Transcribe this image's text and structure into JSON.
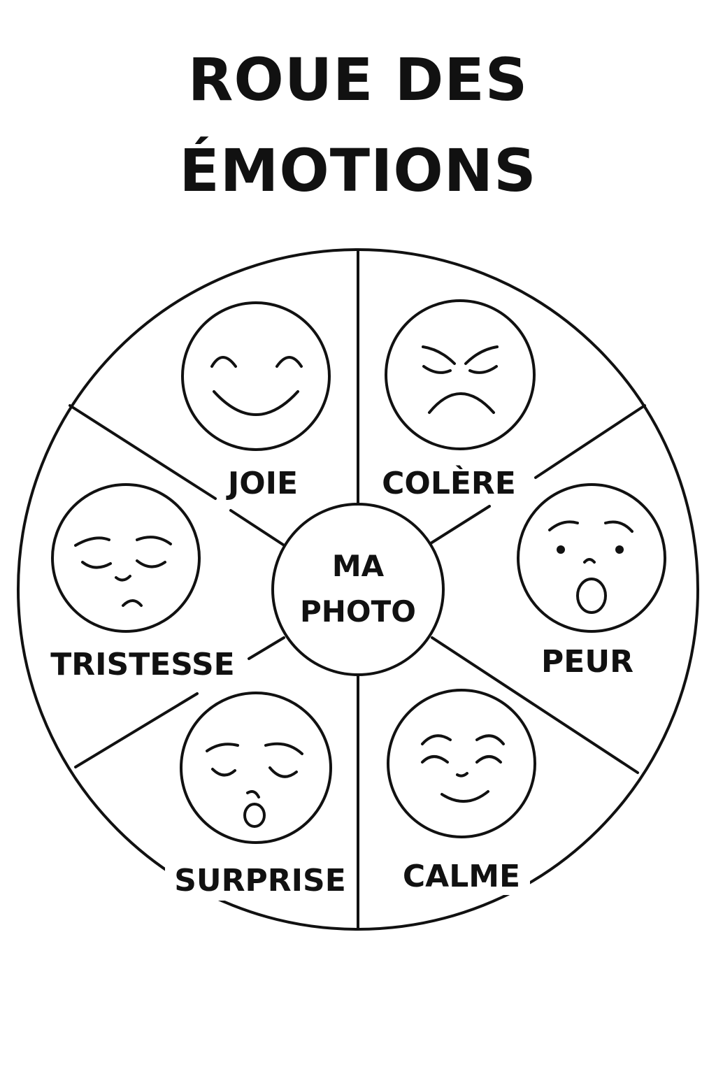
{
  "title": {
    "line1": "ROUE DES",
    "line2": "ÉMOTIONS"
  },
  "center": {
    "line1": "MA",
    "line2": "PHOTO"
  },
  "emotions": [
    {
      "label": "JOIE",
      "icon": "happy-face-icon"
    },
    {
      "label": "COLÈRE",
      "icon": "angry-face-icon"
    },
    {
      "label": "PEUR",
      "icon": "scared-face-icon"
    },
    {
      "label": "CALME",
      "icon": "calm-face-icon"
    },
    {
      "label": "SURPRISE",
      "icon": "surprised-face-icon"
    },
    {
      "label": "TRISTESSE",
      "icon": "sad-face-icon"
    }
  ],
  "colors": {
    "ink": "#111111",
    "background": "#ffffff"
  }
}
